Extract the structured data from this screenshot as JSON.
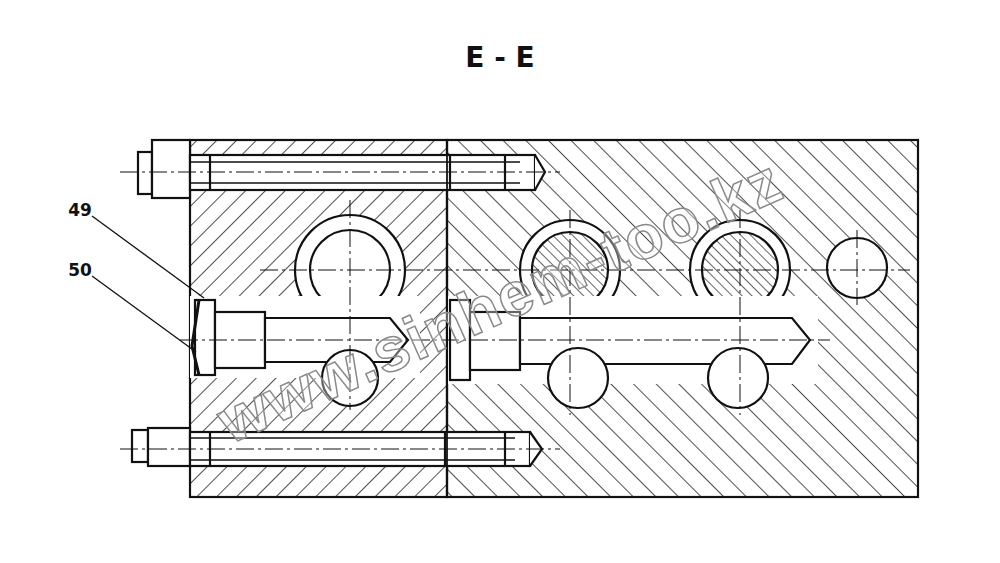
{
  "diagram": {
    "title": "E - E",
    "labels": [
      "49",
      "50",
      "www.sinhem-too.kz"
    ]
  }
}
